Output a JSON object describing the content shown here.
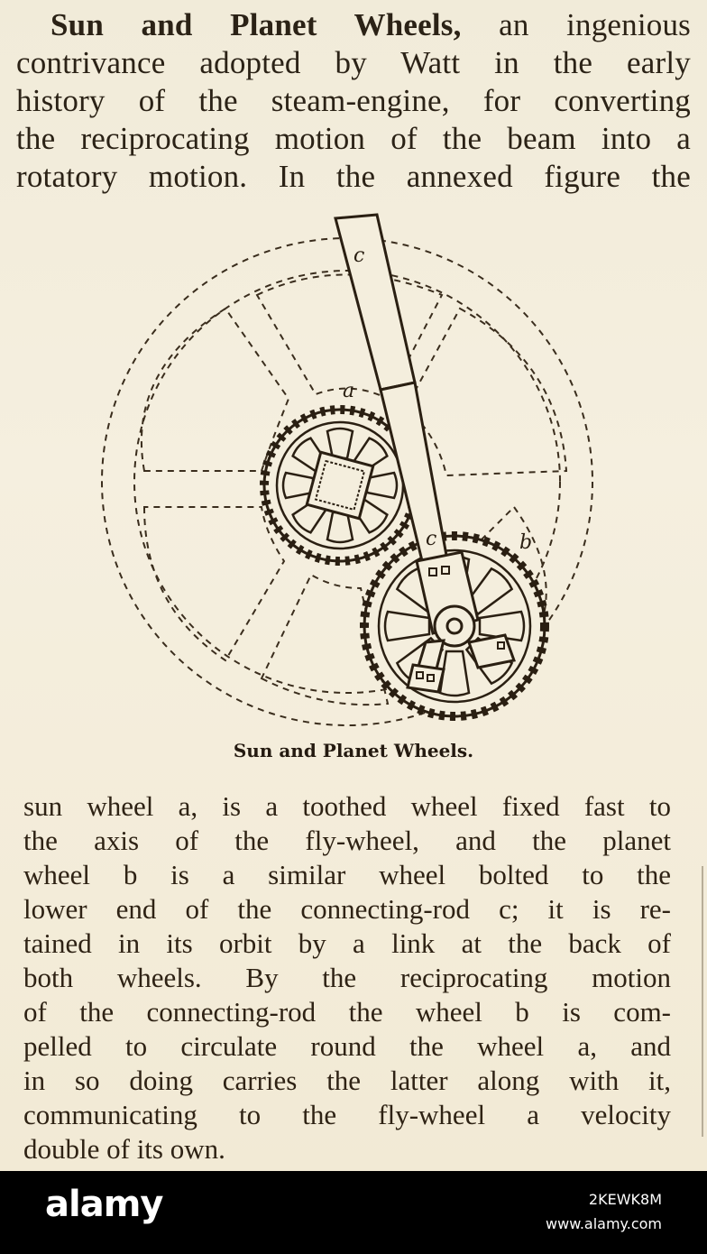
{
  "top_paragraph": {
    "heading": "Sun and Planet Wheels,",
    "lines": [
      "an ingenious",
      "contrivance adopted by Watt in the early",
      "history of the steam-engine, for converting",
      "the reciprocating motion of the beam into a",
      "rotatory motion.  In the annexed figure the"
    ]
  },
  "figure": {
    "caption": "Sun and Planet Wheels.",
    "labels": {
      "rod_top": "c",
      "sun": "a",
      "rod_mid": "c",
      "planet": "b"
    }
  },
  "body_lines": [
    "sun wheel a, is a toothed wheel fixed fast to",
    "the axis of the fly-wheel, and the planet",
    "wheel b is a similar wheel bolted to the",
    "lower end of the connecting-rod c; it is re-",
    "tained in its orbit by a link at the back of",
    "both wheels.  By the reciprocating motion",
    "of the connecting-rod the wheel b is com-",
    "pelled to circulate round the wheel a, and",
    "in so doing carries the latter along with it,",
    "communicating to the fly-wheel a velocity",
    "double of its own."
  ],
  "footer": {
    "logo": "alamy",
    "image_id": "2KEWK8M",
    "site": "www.alamy.com"
  }
}
